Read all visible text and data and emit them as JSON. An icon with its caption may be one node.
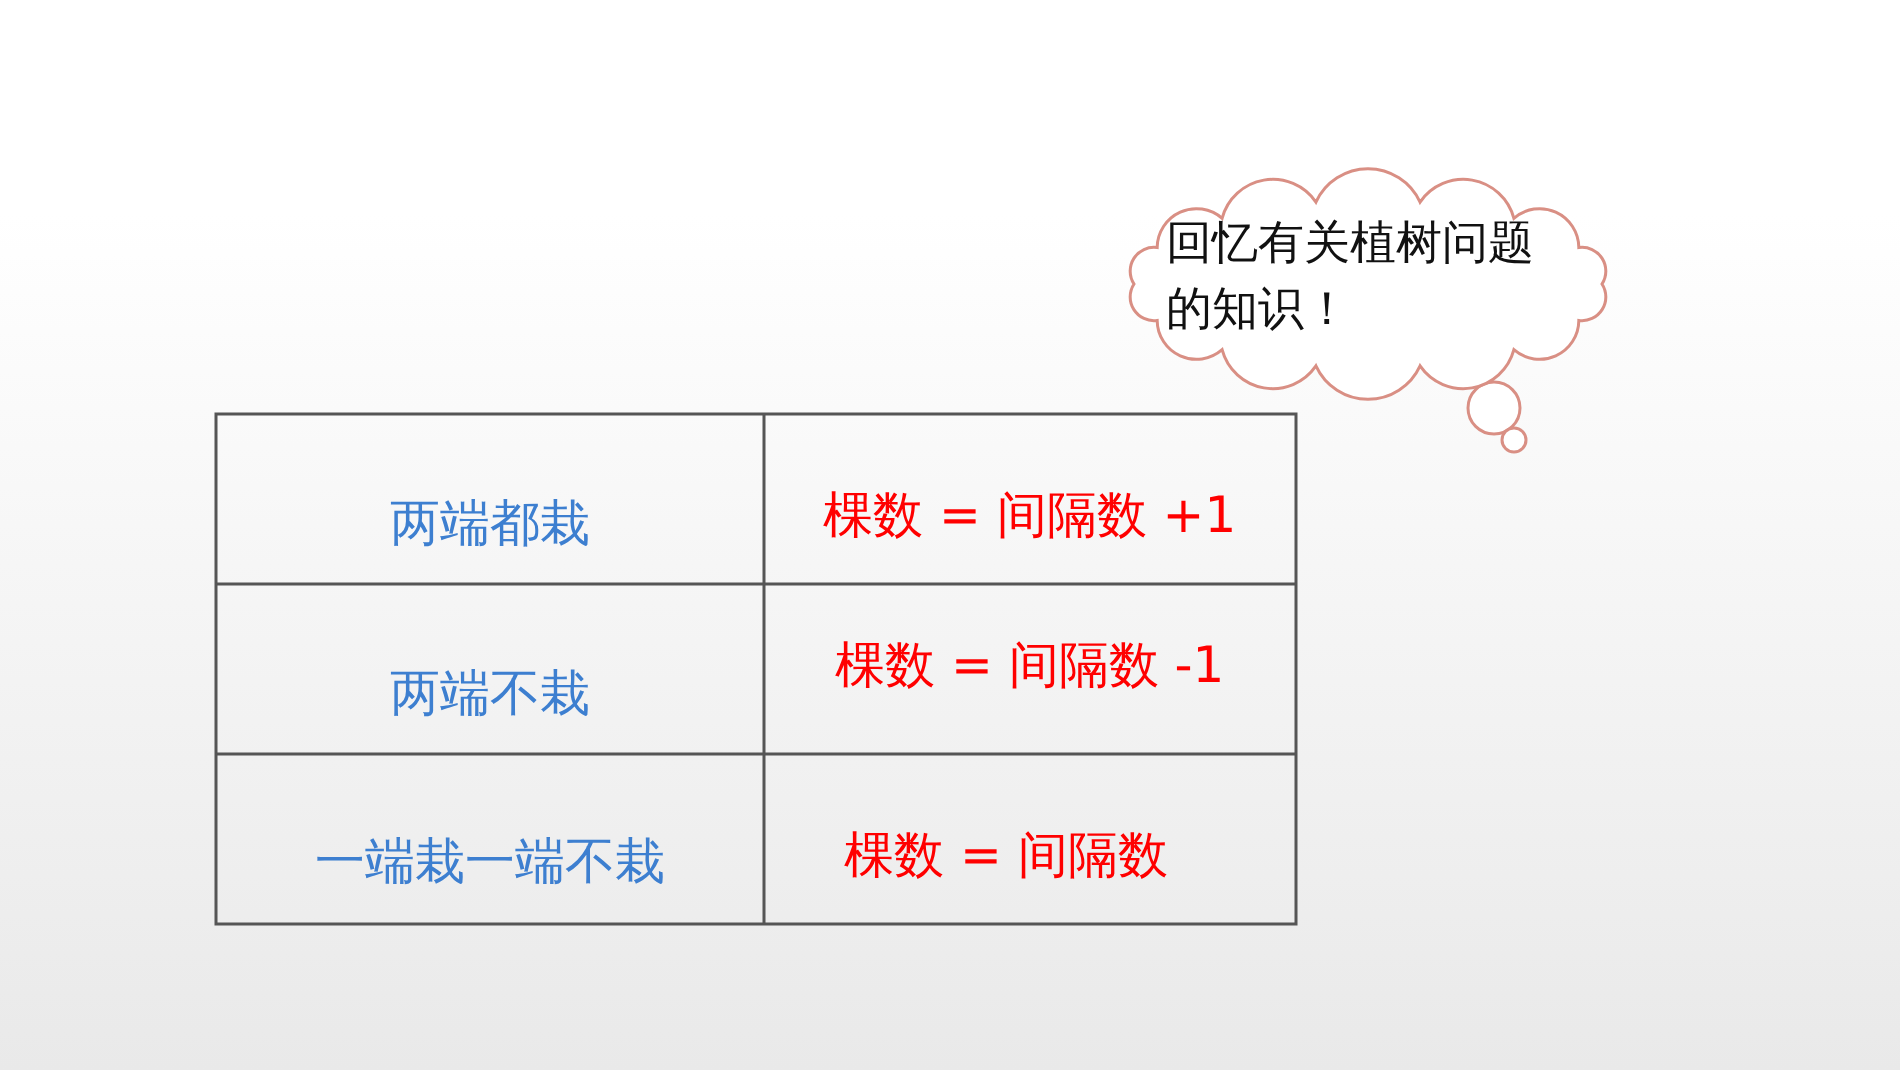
{
  "diagram": {
    "nodes": [
      {
        "text": [
          "回忆有关植树问题的知识！"
        ]
      }
    ],
    "labels": [
      "两端都栽",
      "棵数 = 间隔数 +1",
      "两端不栽",
      "棵数 = 间隔数 -1",
      "一端栽一端不栽",
      "棵数 = 间隔数"
    ]
  }
}
